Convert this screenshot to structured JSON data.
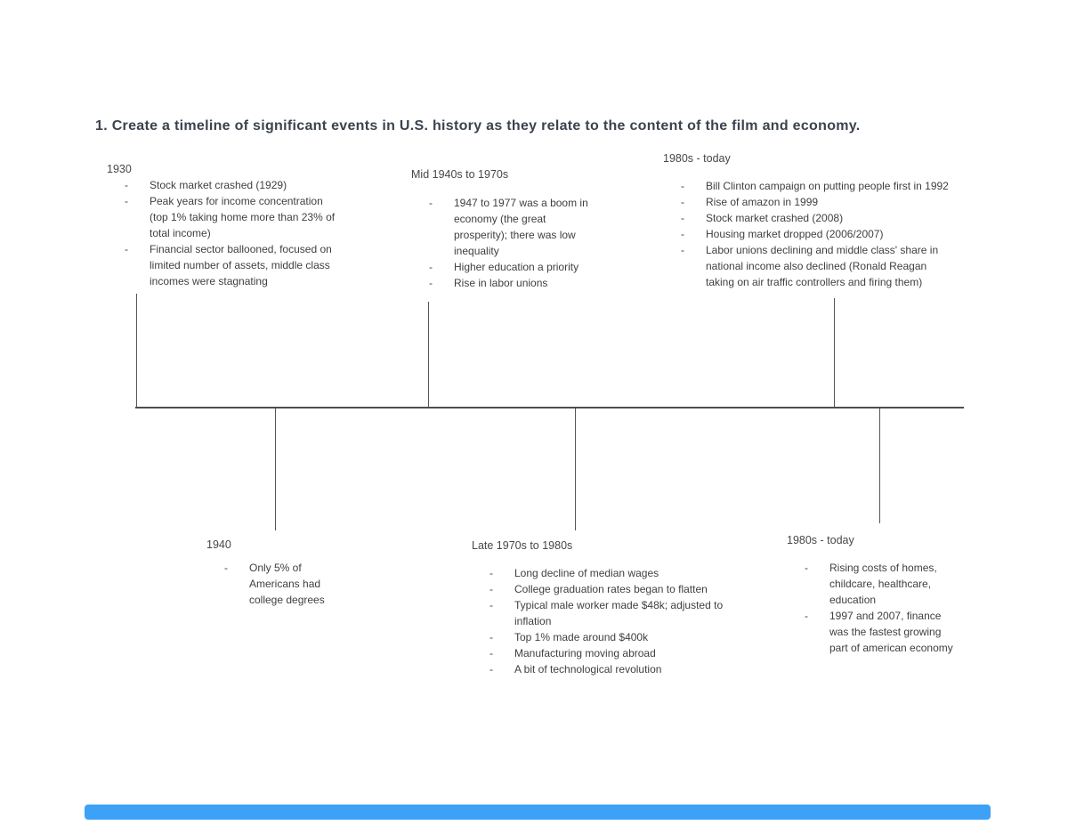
{
  "page": {
    "title": "1. Create a timeline of significant events in U.S. history as they relate to the content of the film and economy."
  },
  "ui": {
    "bullet_char": "-"
  },
  "colors": {
    "title_text": "#3a434e",
    "body_text": "#3f3f3f",
    "timeline_line": "#4d4d4d",
    "scrollbar_accent": "#3da1f7"
  },
  "timeline": {
    "groups": [
      {
        "heading": "1930",
        "side": "above",
        "items": [
          "Stock market crashed (1929)",
          "Peak years for income concentration\n(top 1% taking home more than 23% of\ntotal income)",
          "Financial sector ballooned, focused on\nlimited number of assets, middle class\nincomes were stagnating"
        ]
      },
      {
        "heading": "Mid 1940s to 1970s",
        "side": "above",
        "items": [
          "1947 to 1977 was a boom in\neconomy (the great\nprosperity); there was low\ninequality",
          "Higher education a priority",
          "Rise in labor unions"
        ]
      },
      {
        "heading": "1980s - today",
        "side": "above",
        "items": [
          "Bill Clinton campaign on putting people first in 1992",
          "Rise of amazon in 1999",
          "Stock market crashed (2008)",
          "Housing market dropped (2006/2007)",
          "Labor unions declining and middle class' share in\nnational income also declined (Ronald Reagan\ntaking on air traffic controllers and firing them)"
        ]
      },
      {
        "heading": "1940",
        "side": "below",
        "items": [
          "Only 5% of\nAmericans had\ncollege degrees"
        ]
      },
      {
        "heading": "Late 1970s to 1980s",
        "side": "below",
        "items": [
          "Long decline of median wages",
          "College graduation rates began to flatten",
          "Typical male worker made $48k; adjusted to\ninflation",
          "Top 1% made around $400k",
          "Manufacturing moving abroad",
          "A bit of technological revolution"
        ]
      },
      {
        "heading": "1980s - today",
        "side": "below",
        "items": [
          "Rising costs of homes,\nchildcare, healthcare,\neducation",
          "1997 and 2007, finance\nwas the fastest growing\npart of american economy"
        ]
      }
    ]
  }
}
